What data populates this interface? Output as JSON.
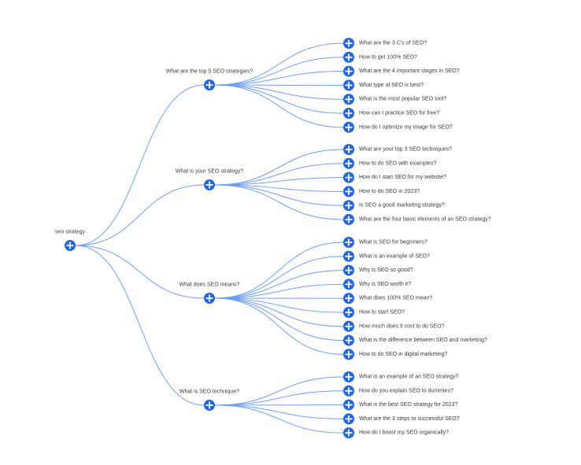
{
  "mindmap": {
    "root": {
      "label": "seo strategy",
      "branches": [
        {
          "label": "What are the top 5 SEO strategies?",
          "children": [
            "What are the 3 C's of SEO?",
            "How to get 100% SEO?",
            "What are the 4 important stages in SEO?",
            "What type of SEO is best?",
            "What is the most popular SEO tool?",
            "How can I practice SEO for free?",
            "How do I optimize my image for SEO?"
          ]
        },
        {
          "label": "What is your SEO strategy?",
          "children": [
            "What are your top 3 SEO techniques?",
            "How to do SEO with examples?",
            "How do I start SEO for my website?",
            "How to do SEO in 2023?",
            "Is SEO a good marketing strategy?",
            "What are the four basic elements of an SEO strategy?"
          ]
        },
        {
          "label": "What does SEO means?",
          "children": [
            "What is SEO for beginners?",
            "What is an example of SEO?",
            "Why is SEO so good?",
            "Why is SEO worth it?",
            "What does 100% SEO mean?",
            "How to start SEO?",
            "How much does it cost to do SEO?",
            "What is the difference between SEO and marketing?",
            "How to do SEO in digital marketing?"
          ]
        },
        {
          "label": "What is SEO technique?",
          "children": [
            "What is an example of an SEO strategy?",
            "How do you explain SEO to dummies?",
            "What is the best SEO strategy for 2023?",
            "What are the 3 steps to successful SEO?",
            "How do I boost my SEO organically?"
          ]
        }
      ]
    },
    "colors": {
      "node": "#2266e6",
      "edge": "#6f9ef2",
      "text": "#3a3a3a"
    },
    "icons": {
      "expand": "plus-icon"
    }
  }
}
